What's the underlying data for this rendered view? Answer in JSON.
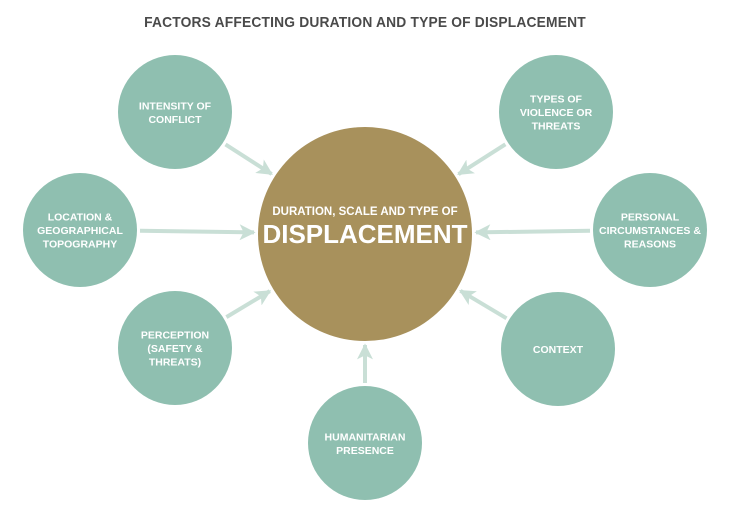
{
  "title": "FACTORS AFFECTING DURATION AND TYPE OF DISPLACEMENT",
  "colors": {
    "factor_fill": "#8fbfb0",
    "center_fill": "#a8915c",
    "arrow": "#c9dfd6",
    "title_text": "#4a4a4a",
    "label_text": "#ffffff"
  },
  "center": {
    "subtitle": "DURATION, SCALE AND TYPE OF",
    "title": "DISPLACEMENT"
  },
  "factors": [
    {
      "id": "intensity-of-conflict",
      "lines": [
        "INTENSITY OF",
        "CONFLICT"
      ]
    },
    {
      "id": "types-of-violence",
      "lines": [
        "TYPES OF",
        "VIOLENCE OR",
        "THREATS"
      ]
    },
    {
      "id": "location-topography",
      "lines": [
        "LOCATION &",
        "GEOGRAPHICAL",
        "TOPOGRAPHY"
      ]
    },
    {
      "id": "personal-circumstances",
      "lines": [
        "PERSONAL",
        "CIRCUMSTANCES &",
        "REASONS"
      ]
    },
    {
      "id": "perception",
      "lines": [
        "PERCEPTION",
        "(SAFETY &",
        "THREATS)"
      ]
    },
    {
      "id": "context",
      "lines": [
        "CONTEXT"
      ]
    },
    {
      "id": "humanitarian-presence",
      "lines": [
        "HUMANITARIAN",
        "PRESENCE"
      ]
    }
  ]
}
